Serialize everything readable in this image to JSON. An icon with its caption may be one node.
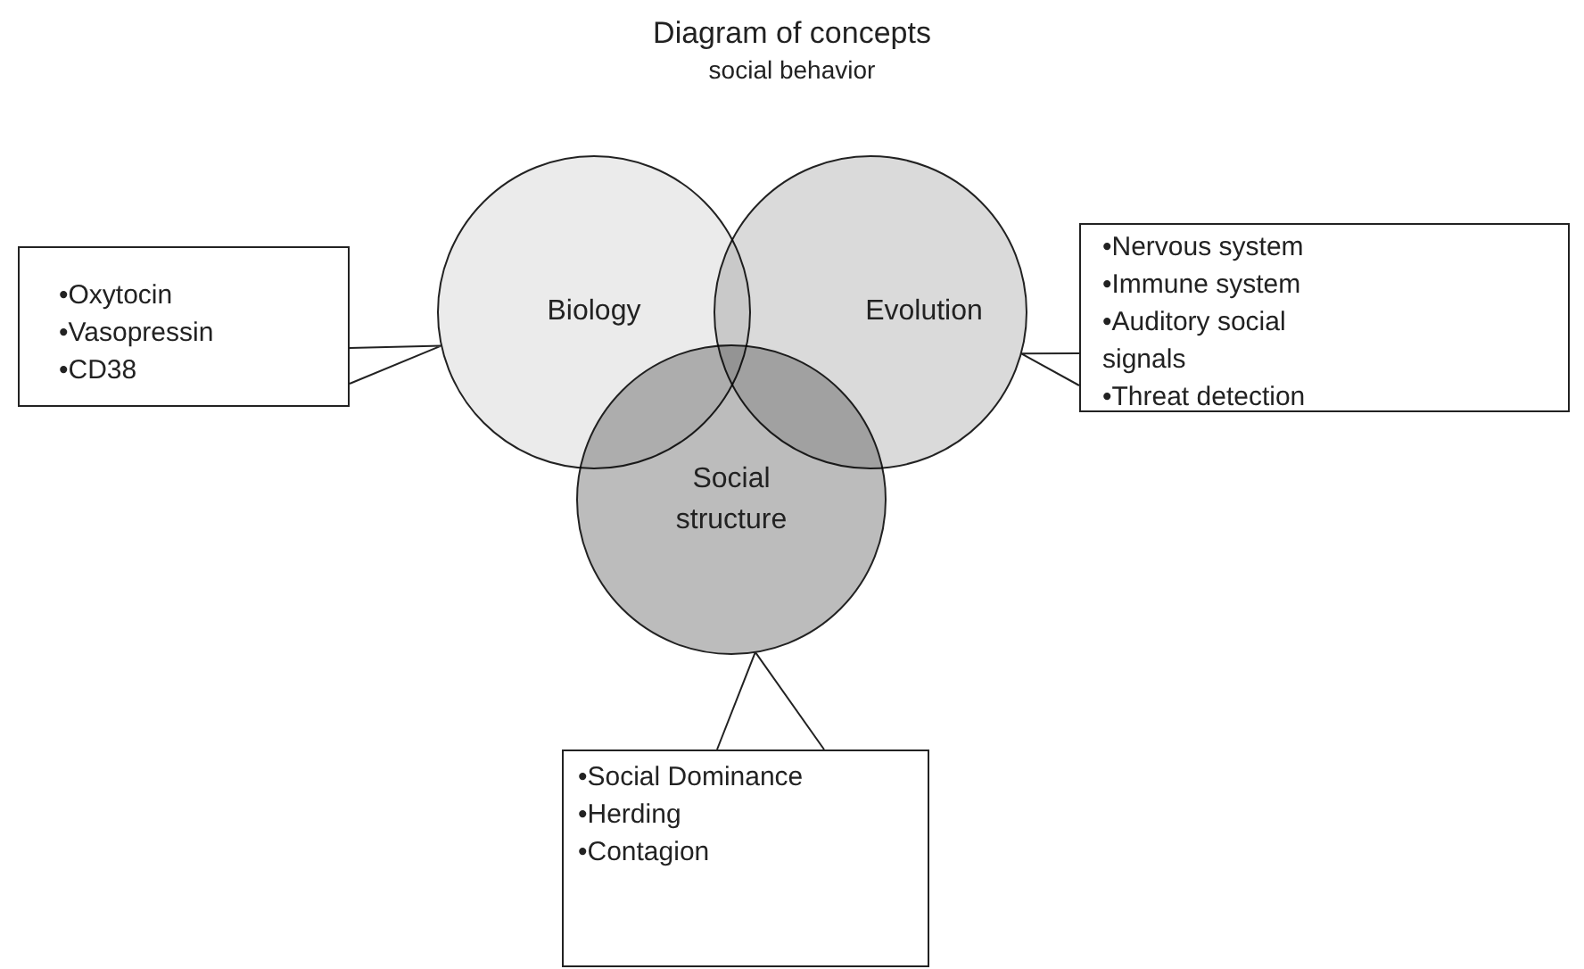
{
  "diagram": {
    "title": "Diagram of concepts",
    "nodes": [
      {
        "text": [
          "Biology"
        ]
      },
      {
        "text": [
          "Evolution"
        ]
      },
      {
        "text": [
          "Social structure"
        ]
      },
      {
        "text": [
          "•Oxytocin",
          "•Vasopressin",
          "•CD38"
        ]
      },
      {
        "text": [
          "•Nervous system",
          "•Immune system",
          "•Auditory social signals",
          "•Threat detection"
        ]
      },
      {
        "text": [
          "•Social Dominance",
          "•Herding",
          "•Contagion"
        ]
      }
    ],
    "edges": [
      {
        "from": 3,
        "to": 0,
        "arrow": "none"
      },
      {
        "from": 4,
        "to": 1,
        "arrow": "none"
      },
      {
        "from": 5,
        "to": 2,
        "arrow": "none"
      }
    ],
    "labels": [
      "social behavior"
    ]
  }
}
